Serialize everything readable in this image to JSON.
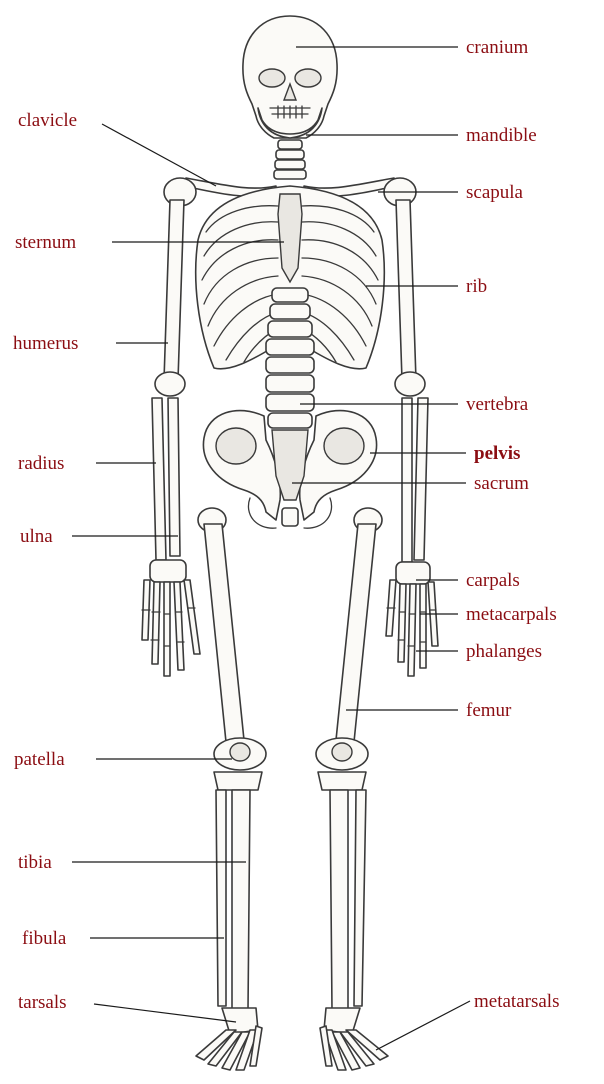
{
  "label_color": "#8b0d12",
  "labels": {
    "cranium": "cranium",
    "mandible": "mandible",
    "clavicle": "clavicle",
    "scapula": "scapula",
    "sternum": "sternum",
    "rib": "rib",
    "humerus": "humerus",
    "vertebra": "vertebra",
    "radius": "radius",
    "pelvis": "pelvis",
    "sacrum": "sacrum",
    "ulna": "ulna",
    "carpals": "carpals",
    "metacarpals": "metacarpals",
    "phalanges": "phalanges",
    "femur": "femur",
    "patella": "patella",
    "tibia": "tibia",
    "fibula": "fibula",
    "tarsals": "tarsals",
    "metatarsals": "metatarsals"
  }
}
